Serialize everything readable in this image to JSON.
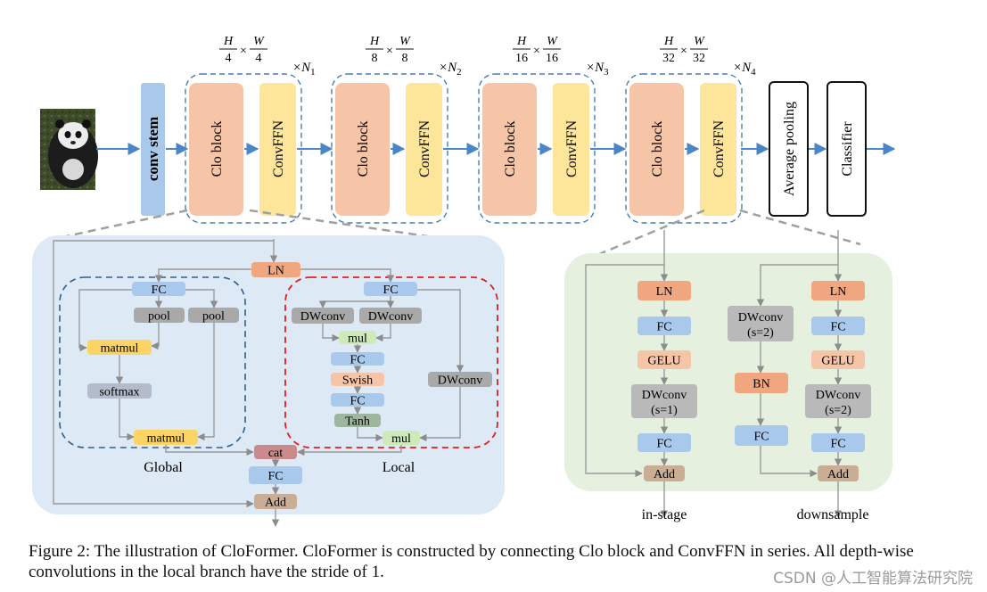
{
  "top_row": {
    "input_image": "panda photo",
    "stem_label": "conv stem",
    "stages": [
      {
        "res_num_h": "H",
        "res_den_h": "4",
        "res_num_w": "W",
        "res_den_w": "4",
        "block": "Clo block",
        "ffn": "ConvFFN",
        "repeat_base": "×N",
        "repeat_sub": "1"
      },
      {
        "res_num_h": "H",
        "res_den_h": "8",
        "res_num_w": "W",
        "res_den_w": "8",
        "block": "Clo block",
        "ffn": "ConvFFN",
        "repeat_base": "×N",
        "repeat_sub": "2"
      },
      {
        "res_num_h": "H",
        "res_den_h": "16",
        "res_num_w": "W",
        "res_den_w": "16",
        "block": "Clo block",
        "ffn": "ConvFFN",
        "repeat_base": "×N",
        "repeat_sub": "3"
      },
      {
        "res_num_h": "H",
        "res_den_h": "32",
        "res_num_w": "W",
        "res_den_w": "32",
        "block": "Clo block",
        "ffn": "ConvFFN",
        "repeat_base": "×N",
        "repeat_sub": "4"
      }
    ],
    "times": "×",
    "pooling_label": "Average pooling",
    "classifier_label": "Classifier"
  },
  "clo_block": {
    "ln": "LN",
    "global": {
      "fc": "FC",
      "pool_left": "pool",
      "pool_right": "pool",
      "matmul_top": "matmul",
      "softmax": "softmax",
      "matmul_bottom": "matmul",
      "caption": "Global"
    },
    "local": {
      "fc": "FC",
      "dwconv_left": "DWconv",
      "dwconv_right": "DWconv",
      "mul_top": "mul",
      "fc2": "FC",
      "swish": "Swish",
      "fc3": "FC",
      "tanh": "Tanh",
      "dwconv_side": "DWconv",
      "mul_bottom": "mul",
      "caption": "Local"
    },
    "cat": "cat",
    "fc_out": "FC",
    "add": "Add"
  },
  "convffn": {
    "in_stage": {
      "ln": "LN",
      "fc1": "FC",
      "gelu": "GELU",
      "dwconv_1": "DWconv",
      "dwconv_2": "(s=1)",
      "fc2": "FC",
      "add": "Add",
      "caption": "in-stage"
    },
    "downsample": {
      "shortcut_dw_1": "DWconv",
      "shortcut_dw_2": "(s=2)",
      "bn": "BN",
      "shortcut_fc": "FC",
      "ln": "LN",
      "fc1": "FC",
      "gelu": "GELU",
      "dwconv_1": "DWconv",
      "dwconv_2": "(s=2)",
      "fc2": "FC",
      "add": "Add",
      "caption": "downsample"
    }
  },
  "caption_text": "Figure 2: The illustration of CloFormer. CloFormer is constructed by connecting Clo block and ConvFFN in series. All depth-wise convolutions in the local branch have the stride of 1.",
  "watermark": "CSDN @人工智能算法研究院",
  "colors": {
    "stem_blue": "#a9c8ea",
    "clo_peach": "#f6c4a6",
    "ffn_yellow": "#fde59a",
    "panel_blue": "#dde9f5",
    "panel_green": "#e6f0de",
    "ln_orange": "#f0a67f",
    "fc_blue": "#a8c8ec",
    "pool_gray": "#a9a9a9",
    "matmul_yellow": "#fcd466",
    "softmax_gray": "#b4bccb",
    "mul_green": "#cdeab8",
    "swish_peach": "#f6c4a6",
    "tanh_green": "#9eb59e",
    "cat_red": "#c98b8b",
    "add_tan": "#c9ad94",
    "global_border": "#2f5f8f",
    "local_border": "#e02020",
    "arrow_blue": "#4a86c5"
  }
}
